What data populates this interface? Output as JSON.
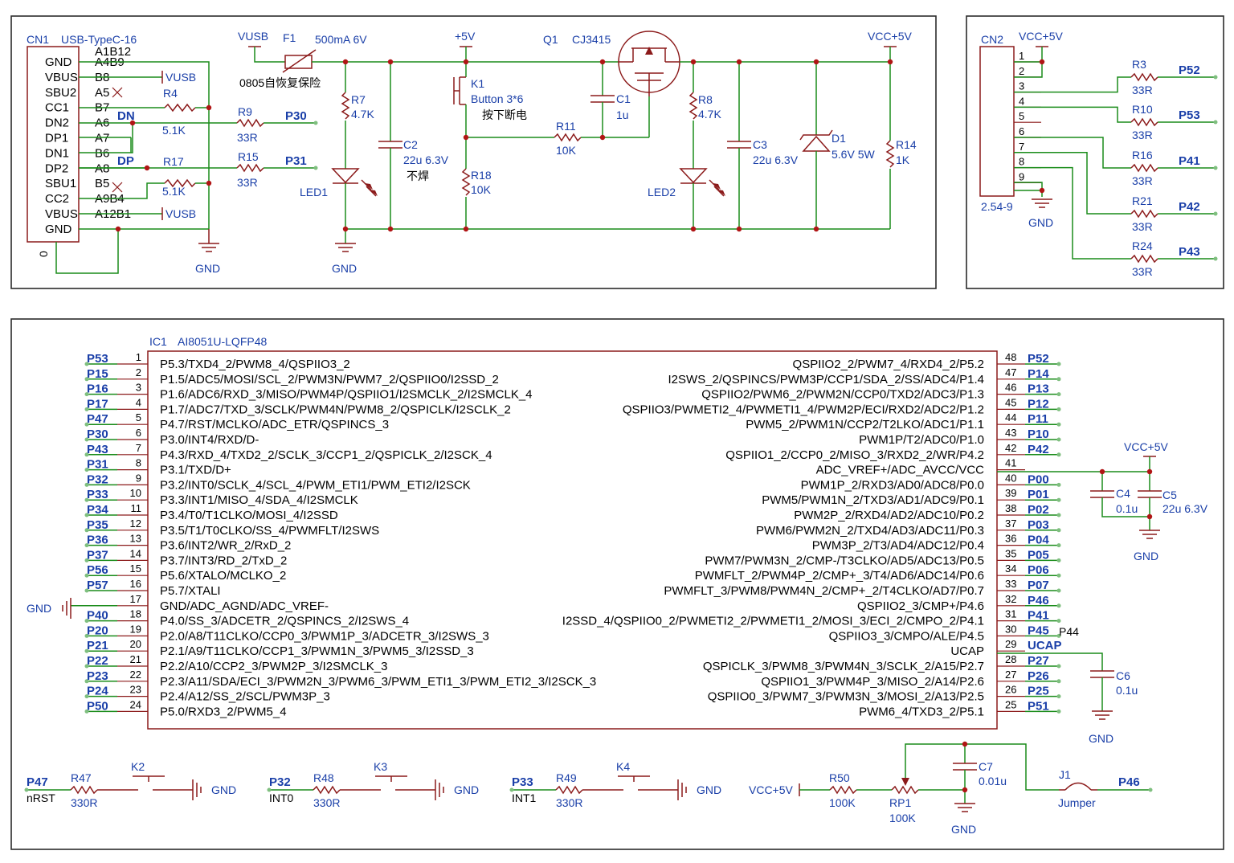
{
  "usb": {
    "ref": "CN1",
    "part": "USB-TypeC-16",
    "pins": [
      "GND",
      "VBUS",
      "SBU2",
      "CC1",
      "DN2",
      "DP1",
      "DN1",
      "DP2",
      "SBU1",
      "CC2",
      "VBUS",
      "GND"
    ],
    "pads": [
      "A1B12",
      "A4B9",
      "B8",
      "A5",
      "B7",
      "A6",
      "A7",
      "B6",
      "A8",
      "B5",
      "A9B4",
      "A12B1"
    ],
    "zero": "0",
    "dn": "DN",
    "dp": "DP",
    "vusb1": "VUSB",
    "vusb2": "VUSB",
    "gnd": "GND"
  },
  "parts": {
    "r4": {
      "ref": "R4",
      "val": "5.1K"
    },
    "r17": {
      "ref": "R17",
      "val": "5.1K"
    },
    "r9": {
      "ref": "R9",
      "val": "33R"
    },
    "r15": {
      "ref": "R15",
      "val": "33R"
    },
    "net_p30": "P30",
    "net_p31": "P31",
    "vusb_top": "VUSB",
    "f1": {
      "ref": "F1",
      "val": "500mA 6V",
      "note": "0805自恢复保险"
    },
    "r7": {
      "ref": "R7",
      "val": "4.7K"
    },
    "led1": "LED1",
    "gnd1": "GND",
    "c2": {
      "ref": "C2",
      "val": "22u 6.3V",
      "note": "不焊"
    },
    "p5v": "+5V",
    "k1": {
      "ref": "K1",
      "val": "Button 3*6",
      "note": "按下断电"
    },
    "r18": {
      "ref": "R18",
      "val": "10K"
    },
    "r11": {
      "ref": "R11",
      "val": "10K"
    },
    "c1": {
      "ref": "C1",
      "val": "1u"
    },
    "q1": {
      "ref": "Q1",
      "val": "CJ3415"
    },
    "r8": {
      "ref": "R8",
      "val": "4.7K"
    },
    "led2": "LED2",
    "c3": {
      "ref": "C3",
      "val": "22u 6.3V"
    },
    "d1": {
      "ref": "D1",
      "val": "5.6V 5W"
    },
    "r14": {
      "ref": "R14",
      "val": "1K"
    },
    "vcc5": "VCC+5V"
  },
  "cn2": {
    "ref": "CN2",
    "vcc": "VCC+5V",
    "foot": "2.54-9",
    "gnd": "GND",
    "pins": [
      "1",
      "2",
      "3",
      "4",
      "5",
      "6",
      "7",
      "8",
      "9"
    ],
    "res": [
      {
        "ref": "R3",
        "val": "33R",
        "net": "P52"
      },
      {
        "ref": "R10",
        "val": "33R",
        "net": "P53"
      },
      {
        "ref": "R16",
        "val": "33R",
        "net": "P41"
      },
      {
        "ref": "R21",
        "val": "33R",
        "net": "P42"
      },
      {
        "ref": "R24",
        "val": "33R",
        "net": "P43"
      }
    ]
  },
  "ic": {
    "ref": "IC1",
    "part": "AI8051U-LQFP48",
    "left": [
      {
        "num": "1",
        "name": "P5.3/TXD4_2/PWM8_4/QSPIIO3_2",
        "net": "P53"
      },
      {
        "num": "2",
        "name": "P1.5/ADC5/MOSI/SCL_2/PWM3N/PWM7_2/QSPIIO0/I2SSD_2",
        "net": "P15"
      },
      {
        "num": "3",
        "name": "P1.6/ADC6/RXD_3/MISO/PWM4P/QSPIIO1/I2SMCLK_2/I2SMCLK_4",
        "net": "P16"
      },
      {
        "num": "4",
        "name": "P1.7/ADC7/TXD_3/SCLK/PWM4N/PWM8_2/QSPICLK/I2SCLK_2",
        "net": "P17"
      },
      {
        "num": "5",
        "name": "P4.7/RST/MCLKO/ADC_ETR/QSPINCS_3",
        "net": "P47"
      },
      {
        "num": "6",
        "name": "P3.0/INT4/RXD/D-",
        "net": "P30"
      },
      {
        "num": "7",
        "name": "P4.3/RXD_4/TXD2_2/SCLK_3/CCP1_2/QSPICLK_2/I2SCK_4",
        "net": "P43"
      },
      {
        "num": "8",
        "name": "P3.1/TXD/D+",
        "net": "P31"
      },
      {
        "num": "9",
        "name": "P3.2/INT0/SCLK_4/SCL_4/PWM_ETI1/PWM_ETI2/I2SCK",
        "net": "P32"
      },
      {
        "num": "10",
        "name": "P3.3/INT1/MISO_4/SDA_4/I2SMCLK",
        "net": "P33"
      },
      {
        "num": "11",
        "name": "P3.4/T0/T1CLKO/MOSI_4/I2SSD",
        "net": "P34"
      },
      {
        "num": "12",
        "name": "P3.5/T1/T0CLKO/SS_4/PWMFLT/I2SWS",
        "net": "P35"
      },
      {
        "num": "13",
        "name": "P3.6/INT2/WR_2/RxD_2",
        "net": "P36"
      },
      {
        "num": "14",
        "name": "P3.7/INT3/RD_2/TxD_2",
        "net": "P37"
      },
      {
        "num": "15",
        "name": "P5.6/XTALO/MCLKO_2",
        "net": "P56"
      },
      {
        "num": "16",
        "name": "P5.7/XTALI",
        "net": "P57"
      },
      {
        "num": "17",
        "name": "GND/ADC_AGND/ADC_VREF-",
        "net": ""
      },
      {
        "num": "18",
        "name": "P4.0/SS_3/ADCETR_2/QSPINCS_2/I2SWS_4",
        "net": "P40"
      },
      {
        "num": "19",
        "name": "P2.0/A8/T11CLKO/CCP0_3/PWM1P_3/ADCETR_3/I2SWS_3",
        "net": "P20"
      },
      {
        "num": "20",
        "name": "P2.1/A9/T11CLKO/CCP1_3/PWM1N_3/PWM5_3/I2SSD_3",
        "net": "P21"
      },
      {
        "num": "21",
        "name": "P2.2/A10/CCP2_3/PWM2P_3/I2SMCLK_3",
        "net": "P22"
      },
      {
        "num": "22",
        "name": "P2.3/A11/SDA/ECI_3/PWM2N_3/PWM6_3/PWM_ETI1_3/PWM_ETI2_3/I2SCK_3",
        "net": "P23"
      },
      {
        "num": "23",
        "name": "P2.4/A12/SS_2/SCL/PWM3P_3",
        "net": "P24"
      },
      {
        "num": "24",
        "name": "P5.0/RXD3_2/PWM5_4",
        "net": "P50"
      }
    ],
    "right": [
      {
        "num": "48",
        "name": "QSPIIO2_2/PWM7_4/RXD4_2/P5.2",
        "net": "P52"
      },
      {
        "num": "47",
        "name": "I2SWS_2/QSPINCS/PWM3P/CCP1/SDA_2/SS/ADC4/P1.4",
        "net": "P14"
      },
      {
        "num": "46",
        "name": "QSPIIO2/PWM6_2/PWM2N/CCP0/TXD2/ADC3/P1.3",
        "net": "P13"
      },
      {
        "num": "45",
        "name": "QSPIIO3/PWMETI2_4/PWMETI1_4/PWM2P/ECI/RXD2/ADC2/P1.2",
        "net": "P12"
      },
      {
        "num": "44",
        "name": "PWM5_2/PWM1N/CCP2/T2LKO/ADC1/P1.1",
        "net": "P11"
      },
      {
        "num": "43",
        "name": "PWM1P/T2/ADC0/P1.0",
        "net": "P10"
      },
      {
        "num": "42",
        "name": "QSPIIO1_2/CCP0_2/MISO_3/RXD2_2/WR/P4.2",
        "net": "P42"
      },
      {
        "num": "41",
        "name": "ADC_VREF+/ADC_AVCC/VCC",
        "net": ""
      },
      {
        "num": "40",
        "name": "PWM1P_2/RXD3/AD0/ADC8/P0.0",
        "net": "P00"
      },
      {
        "num": "39",
        "name": "PWM5/PWM1N_2/TXD3/AD1/ADC9/P0.1",
        "net": "P01"
      },
      {
        "num": "38",
        "name": "PWM2P_2/RXD4/AD2/ADC10/P0.2",
        "net": "P02"
      },
      {
        "num": "37",
        "name": "PWM6/PWM2N_2/TXD4/AD3/ADC11/P0.3",
        "net": "P03"
      },
      {
        "num": "36",
        "name": "PWM3P_2/T3/AD4/ADC12/P0.4",
        "net": "P04"
      },
      {
        "num": "35",
        "name": "PWM7/PWM3N_2/CMP-/T3CLKO/AD5/ADC13/P0.5",
        "net": "P05"
      },
      {
        "num": "34",
        "name": "PWMFLT_2/PWM4P_2/CMP+_3/T4/AD6/ADC14/P0.6",
        "net": "P06"
      },
      {
        "num": "33",
        "name": "PWMFLT_3/PWM8/PWM4N_2/CMP+_2/T4CLKO/AD7/P0.7",
        "net": "P07"
      },
      {
        "num": "32",
        "name": "QSPIIO2_3/CMP+/P4.6",
        "net": "P46"
      },
      {
        "num": "31",
        "name": "I2SSD_4/QSPIIO0_2/PWMETI2_2/PWMETI1_2/MOSI_3/ECI_2/CMPO_2/P4.1",
        "net": "P41"
      },
      {
        "num": "30",
        "name": "QSPIIO3_3/CMPO/ALE/P4.5",
        "net": "P45"
      },
      {
        "num": "29",
        "name": "UCAP",
        "net": "UCAP"
      },
      {
        "num": "28",
        "name": "QSPICLK_3/PWM8_3/PWM4N_3/SCLK_2/A15/P2.7",
        "net": "P27"
      },
      {
        "num": "27",
        "name": "QSPIIO1_3/PWM4P_3/MISO_2/A14/P2.6",
        "net": "P26"
      },
      {
        "num": "26",
        "name": "QSPIIO0_3/PWM7_3/PWM3N_3/MOSI_2/A13/P2.5",
        "net": "P25"
      },
      {
        "num": "25",
        "name": "PWM6_4/TXD3_2/P5.1",
        "net": "P51"
      }
    ],
    "gnd17": "GND",
    "p44": "P44",
    "vcc": "VCC+5V",
    "c4": {
      "ref": "C4",
      "val": "0.1u"
    },
    "c5": {
      "ref": "C5",
      "val": "22u 6.3V"
    },
    "gnd41": "GND",
    "c6": {
      "ref": "C6",
      "val": "0.1u"
    },
    "gnd29": "GND"
  },
  "bottom": {
    "k2": {
      "net": "P47",
      "alias": "nRST",
      "rref": "R47",
      "rval": "330R",
      "kref": "K2",
      "gnd": "GND"
    },
    "k3": {
      "net": "P32",
      "alias": "INT0",
      "rref": "R48",
      "rval": "330R",
      "kref": "K3",
      "gnd": "GND"
    },
    "k4": {
      "net": "P33",
      "alias": "INT1",
      "rref": "R49",
      "rval": "330R",
      "kref": "K4",
      "gnd": "GND"
    },
    "pot": {
      "vcc": "VCC+5V",
      "rref": "R50",
      "rval": "100K",
      "pref": "RP1",
      "pval": "100K",
      "cref": "C7",
      "cval": "0.01u",
      "gnd": "GND",
      "jref": "J1",
      "jval": "Jumper",
      "net": "P46"
    }
  }
}
